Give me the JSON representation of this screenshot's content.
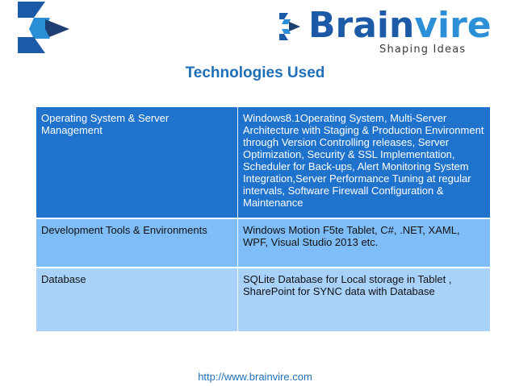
{
  "brand": {
    "name_part1": "Brain",
    "name_part2": "vire",
    "tagline": "Shaping Ideas"
  },
  "title": "Technologies Used",
  "table": {
    "rows": [
      {
        "category": "Operating System & Server Management",
        "details": "Windows8.1Operating System, Multi-Server Architecture with Staging & Production Environment through Version Controlling releases, Server Optimization, Security & SSL Implementation, Scheduler for Back-ups, Alert Monitoring System Integration,Server Performance Tuning at regular intervals, Software Firewall Configuration & Maintenance"
      },
      {
        "category": "Development Tools & Environments",
        "details": "Windows Motion F5te Tablet, C#, .NET, XAML, WPF, Visual Studio 2013 etc."
      },
      {
        "category": "Database",
        "details": "SQLite Database for Local storage in Tablet , SharePoint for SYNC data with Database"
      }
    ]
  },
  "footer": {
    "url": "http://www.brainvire.com"
  },
  "colors": {
    "row1": "#1f73cc",
    "row2": "#7fbdf9",
    "row3": "#a9d2fb",
    "title": "#1f6fb8",
    "brand_dark": "#1c5aa8",
    "brand_light": "#2a8fd6"
  }
}
